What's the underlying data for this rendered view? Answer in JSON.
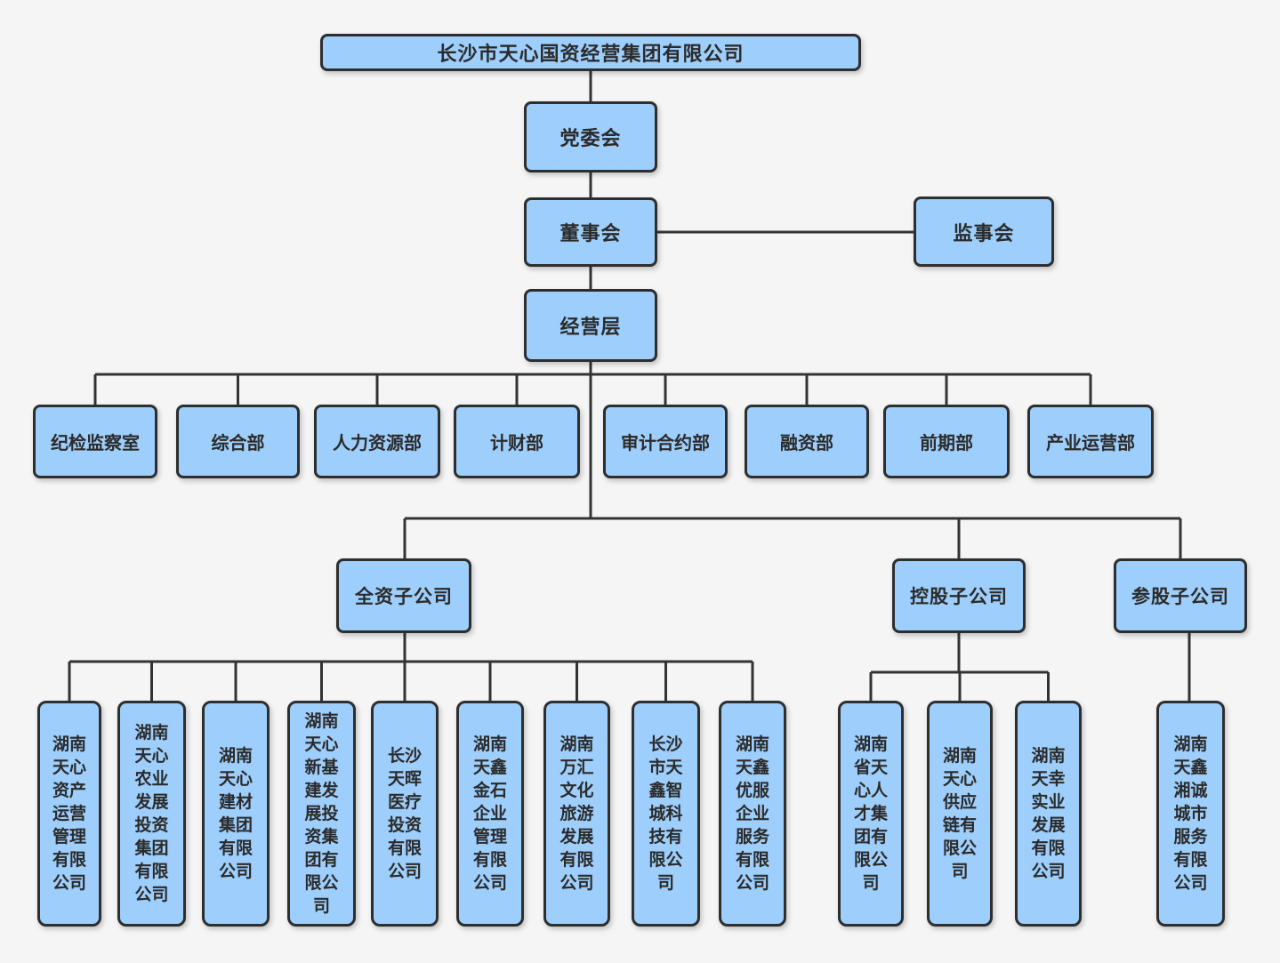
{
  "colors": {
    "background": "#F5F5F6",
    "node_fill": "#9ECEFB",
    "node_border": "#2E2E2E",
    "connector_line": "#333333",
    "text": "#2B2B2B"
  },
  "org": {
    "root": "长沙市天心国资经营集团有限公司",
    "party_committee": "党委会",
    "board": "董事会",
    "supervisory_board": "监事会",
    "management": "经营层",
    "departments": [
      "纪检监察室",
      "综合部",
      "人力资源部",
      "计财部",
      "审计合约部",
      "融资部",
      "前期部",
      "产业运营部"
    ],
    "groups": [
      {
        "label": "全资子公司",
        "companies": [
          "湖南天心资产运营管理有限公司",
          "湖南天心农业发展投资集团有限公司",
          "湖南天心建材集团有限公司",
          "湖南天心新基建发展投资集团有限公司",
          "长沙天晖医疗投资有限公司",
          "湖南天鑫金石企业管理有限公司",
          "湖南万汇文化旅游发展有限公司",
          "长沙市天鑫智城科技有限公司",
          "湖南天鑫优服企业服务有限公司"
        ]
      },
      {
        "label": "控股子公司",
        "companies": [
          "湖南省天心人才集团有限公司",
          "湖南天心供应链有限公司",
          "湖南天幸实业发展有限公司"
        ]
      },
      {
        "label": "参股子公司",
        "companies": [
          "湖南天鑫湘诚城市服务有限公司"
        ]
      }
    ]
  }
}
